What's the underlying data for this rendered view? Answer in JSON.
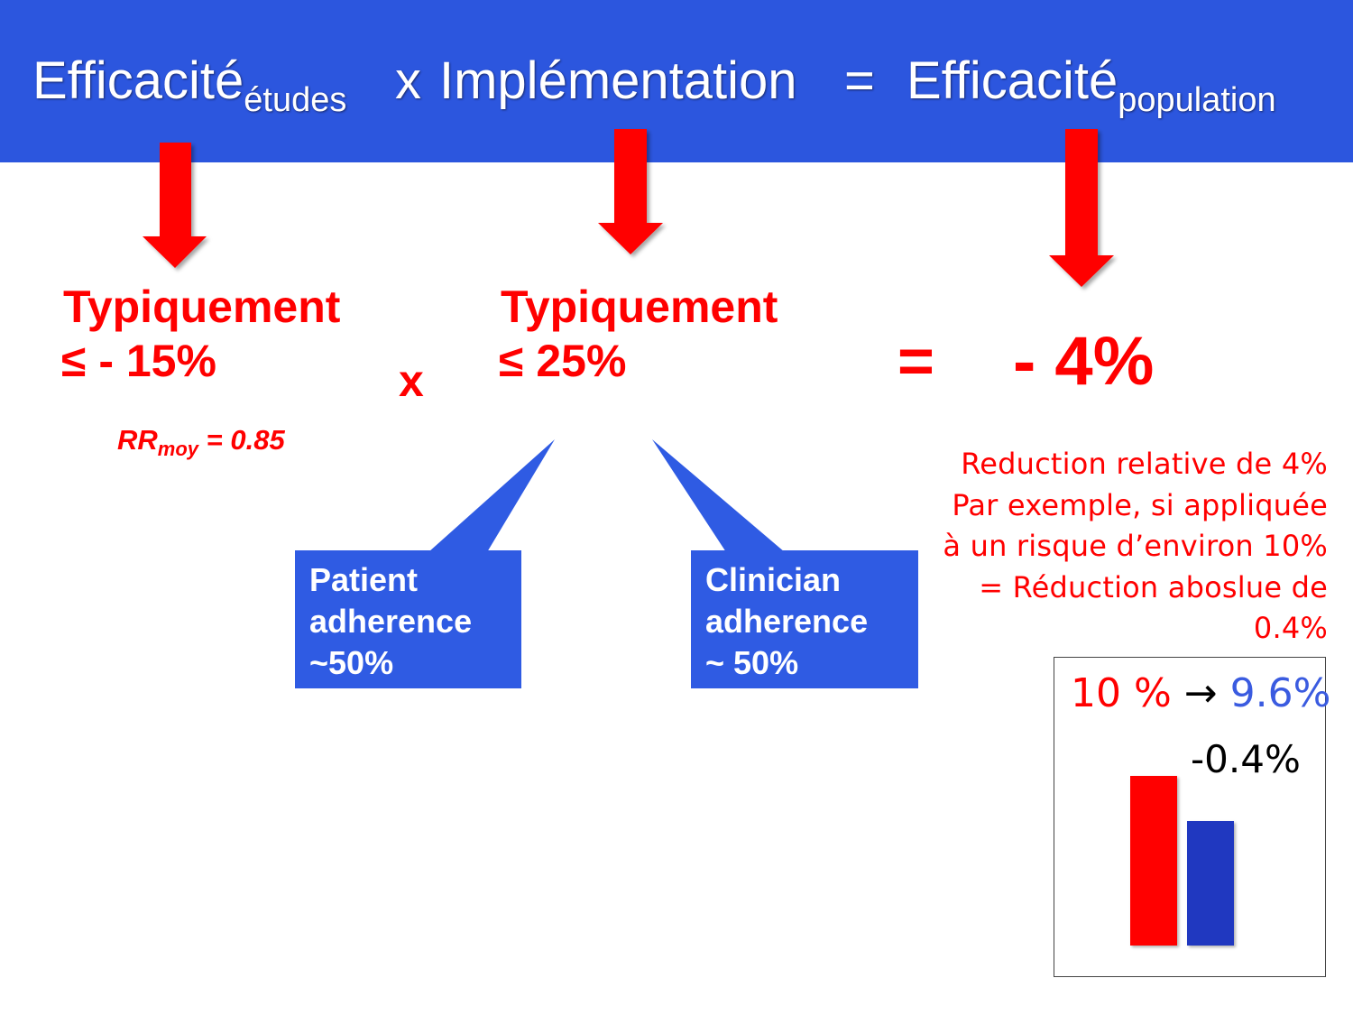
{
  "header": {
    "term1": "Efficacité",
    "term1_sub": "études",
    "operator_x": "x",
    "term2": "Implémentation",
    "operator_eq": "=",
    "term3": "Efficacité",
    "term3_sub": "population",
    "background_color": "#2c56de"
  },
  "arrow_color": "#ff0000",
  "left": {
    "label": "Typiquement",
    "value": "≤ - 15%",
    "rr_main": "RR",
    "rr_sub": "moy",
    "rr_value": " = 0.85"
  },
  "times": "x",
  "middle": {
    "label": "Typiquement",
    "value": "≤ 25%"
  },
  "equals": "=",
  "result": "- 4%",
  "callouts": [
    {
      "lines": [
        "Patient",
        "adherence",
        "~50%"
      ]
    },
    {
      "lines": [
        "Clinician",
        "adherence",
        "~ 50%"
      ]
    }
  ],
  "explanation": [
    "Reduction relative de 4%",
    "Par exemple, si appliquée",
    "à un risque d’environ 10%",
    "= Réduction aboslue de",
    "0.4%"
  ],
  "chart_data": {
    "type": "bar",
    "title_from": "10 %",
    "title_arrow": "→",
    "title_to": "9.6%",
    "annotation": "-0.4%",
    "values": [
      10,
      9.6
    ],
    "colors": [
      "#ff0000",
      "#2038c0"
    ]
  }
}
